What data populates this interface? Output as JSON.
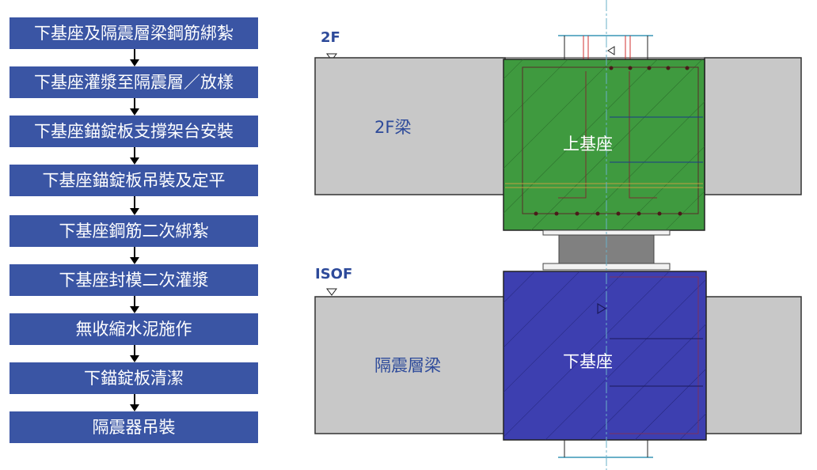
{
  "flow_steps": [
    "下基座及隔震層梁鋼筋綁紮",
    "下基座灌漿至隔震層／放樣",
    "下基座錨錠板支撐架台安裝",
    "下基座錨錠板吊裝及定平",
    "下基座鋼筋二次綁紮",
    "下基座封模二次灌漿",
    "無收縮水泥施作",
    "下錨錠板清潔",
    "隔震器吊裝"
  ],
  "section": {
    "level_upper": "2F",
    "level_lower": "ISOF",
    "beam_upper": "2F梁",
    "beam_lower": "隔震層梁",
    "pedestal_upper": "上基座",
    "pedestal_lower": "下基座"
  },
  "colors": {
    "step_fill": "#3a55a4",
    "upper_pedestal": "#3f9a3f",
    "lower_pedestal": "#3d3fb0",
    "beam": "#c8c8c8",
    "label_blue": "#2d4a9a"
  }
}
